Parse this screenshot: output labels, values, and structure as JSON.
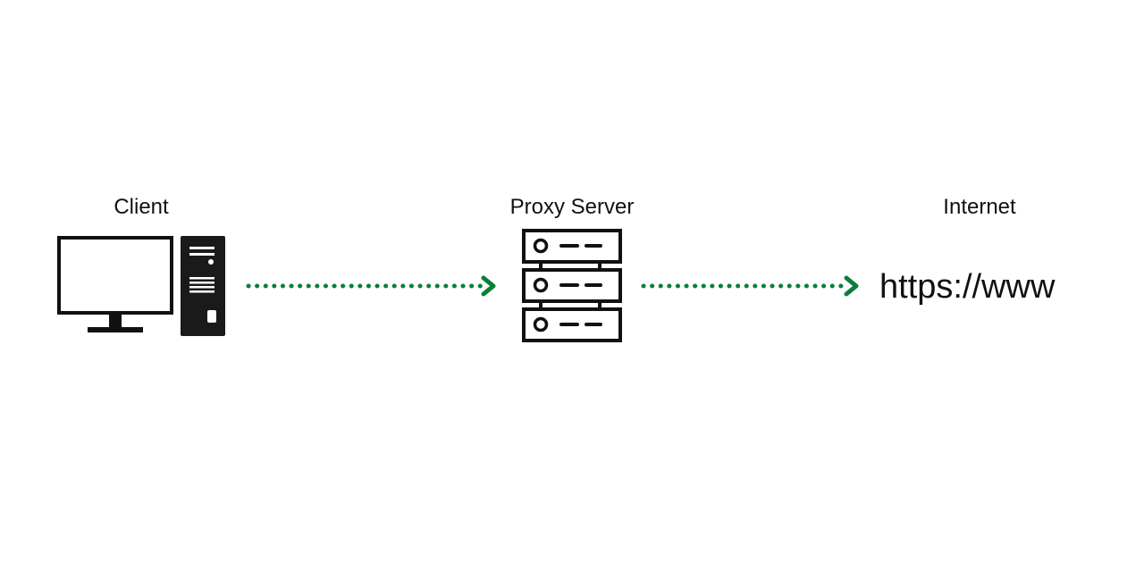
{
  "nodes": {
    "client": {
      "label": "Client",
      "icon": "desktop-computer-icon"
    },
    "proxy": {
      "label": "Proxy Server",
      "icon": "server-rack-icon"
    },
    "internet": {
      "label": "Internet",
      "text": "https://www"
    }
  },
  "edges": [
    {
      "from": "client",
      "to": "proxy",
      "style": "dotted-arrow"
    },
    {
      "from": "proxy",
      "to": "internet",
      "style": "dotted-arrow"
    }
  ],
  "colors": {
    "arrow": "#0a7f3a",
    "icon": "#111111",
    "background": "#ffffff"
  }
}
